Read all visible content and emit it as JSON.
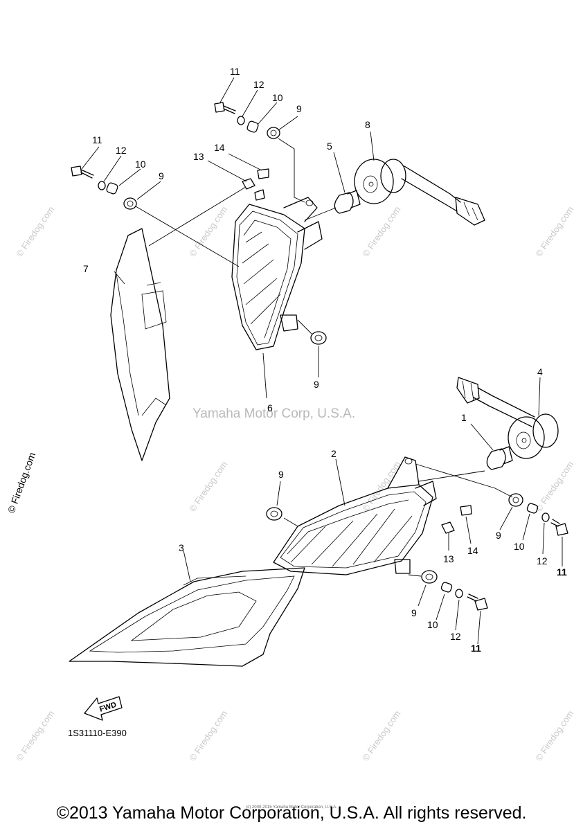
{
  "watermarks": {
    "site": "© Firedog.com",
    "center": "Yamaha Motor Corp, U.S.A."
  },
  "callouts": {
    "c1": "1",
    "c2": "2",
    "c3": "3",
    "c4": "4",
    "c5": "5",
    "c6": "6",
    "c7": "7",
    "c8": "8",
    "c9a": "9",
    "c9b": "9",
    "c9c": "9",
    "c9d": "9",
    "c9e": "9",
    "c9f": "9",
    "c10a": "10",
    "c10b": "10",
    "c10c": "10",
    "c10d": "10",
    "c11a": "11",
    "c11b": "11",
    "c11c": "11",
    "c11d": "11",
    "c12a": "12",
    "c12b": "12",
    "c12c": "12",
    "c12d": "12",
    "c13a": "13",
    "c13b": "13",
    "c14a": "14",
    "c14b": "14"
  },
  "fwd_label": "FWD",
  "diagram_code": "1S31110-E390",
  "tiny_note": "(c) 2000-2015 Yamaha Motor Corporation, U.S.A.",
  "copyright": "©2013 Yamaha Motor Corporation, U.S.A. All rights reserved."
}
